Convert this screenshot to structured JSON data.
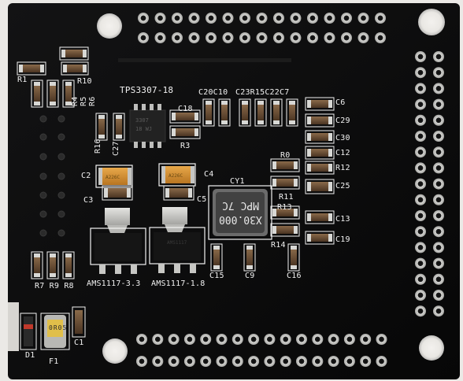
{
  "board": {
    "labels": {
      "r1": "R1",
      "r10": "R10",
      "r4": "R4",
      "r5": "R5",
      "r6": "R6",
      "r16": "R16",
      "c27": "C27",
      "tps": "TPS3307-18",
      "c18": "C18",
      "r3": "R3",
      "c20c10": "C20C10",
      "c23r15c22c7": "C23R15C22C7",
      "c6": "C6",
      "c29": "C29",
      "c30": "C30",
      "c12": "C12",
      "r12": "R12",
      "c25": "C25",
      "r0": "R0",
      "r11": "R11",
      "r13": "R13",
      "c13": "C13",
      "c19": "C19",
      "r14": "R14",
      "c16": "C16",
      "c9": "C9",
      "c15": "C15",
      "cy1": "CY1",
      "c2": "C2",
      "c3": "C3",
      "c4": "C4",
      "c5": "C5",
      "ams33": "AMS1117-3.3",
      "ams18": "AMS1117-1.8",
      "r7r9r8": "R7 R9 R8",
      "d1": "D1",
      "f1": "F1",
      "c1": "C1"
    },
    "markings": {
      "crystal_line1": "X30.000",
      "crystal_line2": "MPC 7C",
      "tant_left": "A226C",
      "tant_right": "A226C",
      "fuse": "0R05"
    },
    "colors": {
      "solder_mask": "#0b0b0c",
      "silkscreen": "#f2f2f2",
      "copper_pad": "#c7c7c4",
      "tantalum": "#d9942e",
      "regulator_tab": "#d2d2cf",
      "background": "#ebe9e6"
    }
  }
}
